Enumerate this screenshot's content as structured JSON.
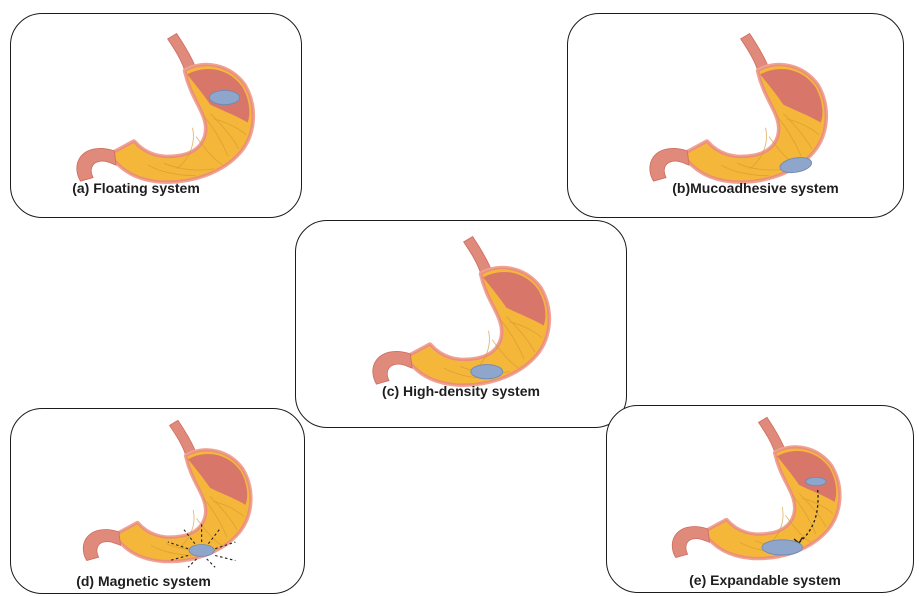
{
  "panels": [
    {
      "id": "a",
      "caption": "(a) Floating system"
    },
    {
      "id": "b",
      "caption": "(b)Mucoadhesive system"
    },
    {
      "id": "c",
      "caption": "(c) High-density system"
    },
    {
      "id": "d",
      "caption": "(d) Magnetic system"
    },
    {
      "id": "e",
      "caption": "(e) Expandable system"
    }
  ],
  "colors": {
    "stomach_body": "#f4b73a",
    "stomach_fundus": "#d9766a",
    "stomach_outline": "#ee9a88",
    "tube": "#e08a7c",
    "dosage_form": "#8ea6cc",
    "panel_border": "#1c1c1c"
  }
}
